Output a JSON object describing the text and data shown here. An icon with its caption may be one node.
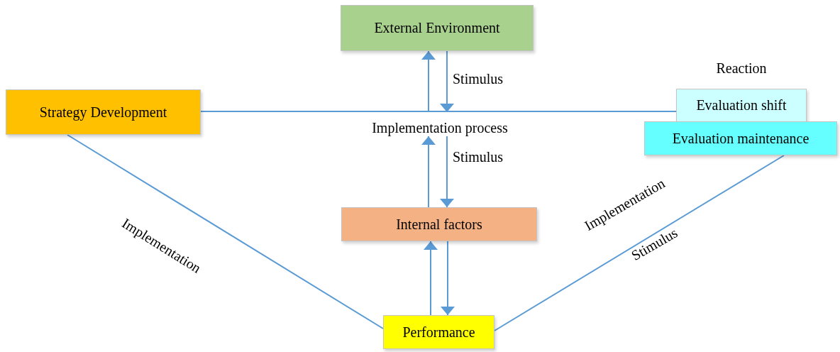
{
  "diagram": {
    "nodes": [
      {
        "text": [
          "External Environment"
        ]
      },
      {
        "text": [
          "Strategy Development"
        ]
      },
      {
        "text": [
          "Evaluation shift"
        ],
        "beside": [
          "Reaction"
        ]
      },
      {
        "text": [
          "Evaluation maintenance"
        ]
      },
      {
        "text": [
          "Internal factors"
        ]
      },
      {
        "text": [
          "Performance"
        ]
      },
      {
        "text": [
          "Implementation process"
        ]
      }
    ],
    "edges": [
      {
        "from": 1,
        "to": 2,
        "arrow": "none"
      },
      {
        "from": 6,
        "to": 0,
        "arrow": "to"
      },
      {
        "from": 0,
        "to": 6,
        "arrow": "to",
        "label": "Stimulus"
      },
      {
        "from": 4,
        "to": 6,
        "arrow": "to"
      },
      {
        "from": 6,
        "to": 4,
        "arrow": "to",
        "label": "Stimulus"
      },
      {
        "from": 5,
        "to": 4,
        "arrow": "to"
      },
      {
        "from": 4,
        "to": 5,
        "arrow": "to"
      },
      {
        "from": 1,
        "to": 5,
        "arrow": "none",
        "label": "Implementation"
      },
      {
        "from": 3,
        "to": 5,
        "arrow": "none",
        "label": "Implementation"
      }
    ],
    "labels": [
      "Stimulus"
    ]
  }
}
